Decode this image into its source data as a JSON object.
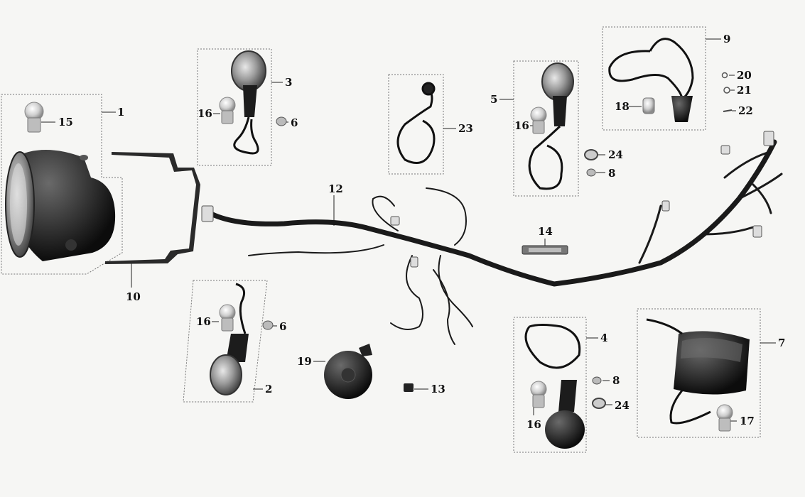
{
  "diagram": {
    "callouts": [
      {
        "id": "c1",
        "text": "1"
      },
      {
        "id": "c2",
        "text": "2"
      },
      {
        "id": "c3",
        "text": "3"
      },
      {
        "id": "c4",
        "text": "4"
      },
      {
        "id": "c5",
        "text": "5"
      },
      {
        "id": "c6a",
        "text": "6"
      },
      {
        "id": "c6b",
        "text": "6"
      },
      {
        "id": "c7",
        "text": "7"
      },
      {
        "id": "c8a",
        "text": "8"
      },
      {
        "id": "c8b",
        "text": "8"
      },
      {
        "id": "c9",
        "text": "9"
      },
      {
        "id": "c10",
        "text": "10"
      },
      {
        "id": "c12",
        "text": "12"
      },
      {
        "id": "c13",
        "text": "13"
      },
      {
        "id": "c14",
        "text": "14"
      },
      {
        "id": "c15",
        "text": "15"
      },
      {
        "id": "c16a",
        "text": "16"
      },
      {
        "id": "c16b",
        "text": "16"
      },
      {
        "id": "c16c",
        "text": "16"
      },
      {
        "id": "c16d",
        "text": "16"
      },
      {
        "id": "c17",
        "text": "17"
      },
      {
        "id": "c18",
        "text": "18"
      },
      {
        "id": "c19",
        "text": "19"
      },
      {
        "id": "c20",
        "text": "20"
      },
      {
        "id": "c21",
        "text": "21"
      },
      {
        "id": "c22",
        "text": "22"
      },
      {
        "id": "c23",
        "text": "23"
      },
      {
        "id": "c24a",
        "text": "24"
      },
      {
        "id": "c24b",
        "text": "24"
      }
    ]
  }
}
